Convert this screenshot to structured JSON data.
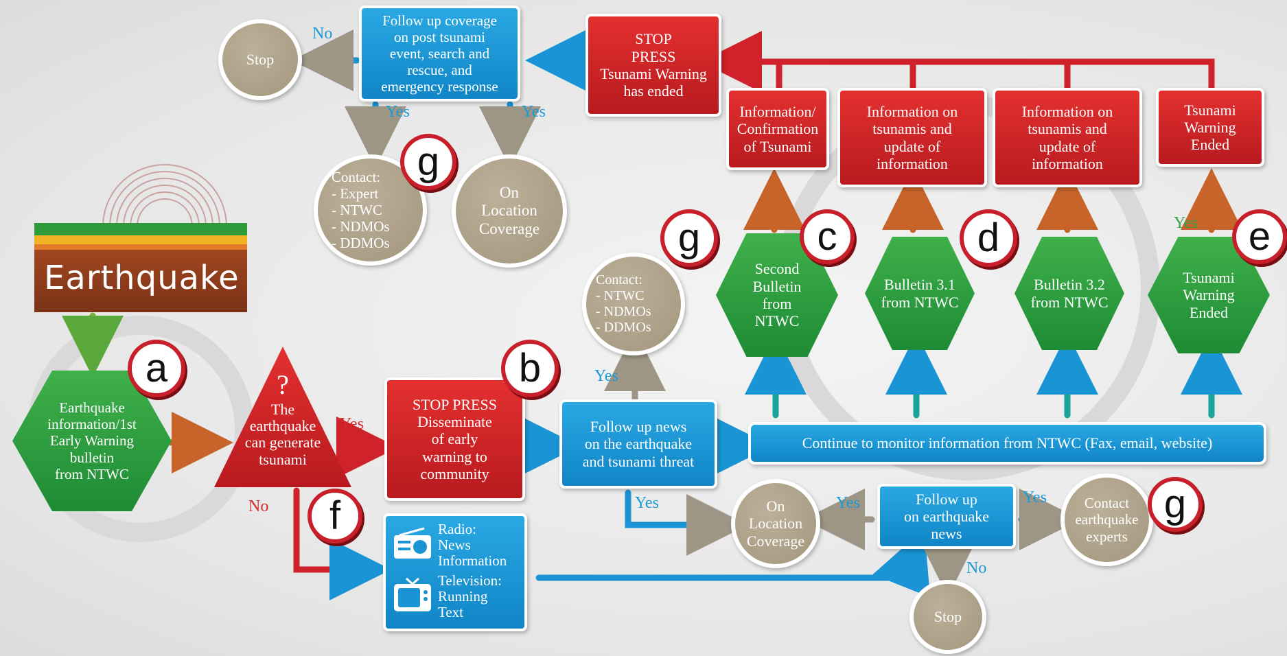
{
  "earthquake": {
    "title": "Earthquake"
  },
  "nodes": {
    "eq_info": "Earthquake\ninformation/1st\nEarly Warning\nbulletin\nfrom NTWC",
    "triangle_q": "?",
    "triangle": "The\nearthquake\ncan generate\ntsunami",
    "stop_press_b": "STOP PRESS\nDisseminate\nof early\nwarning to\ncommunity",
    "follow_news": "Follow up news\non the earthquake\nand tsunami threat",
    "monitor": "Continue to monitor information from NTWC (Fax, email, website)",
    "radio": "Radio:\nNews\nInformation",
    "tv": "Television:\nRunning\nText",
    "follow_eq": "Follow up\non earthquake\nnews",
    "contact_experts": "Contact\nearthquake\nexperts",
    "on_location_mid": "On\nLocation\nCoverage",
    "stop_bottom": "Stop",
    "contact_mid": "Contact:\n- NTWC\n- NDMOs\n- DDMOs",
    "hex_c": "Second\nBulletin\nfrom\nNTWC",
    "hex_d": "Bulletin 3.1\nfrom NTWC",
    "hex_d2": "Bulletin 3.2\nfrom NTWC",
    "hex_e": "Tsunami\nWarning\nEnded",
    "info_confirm": "Information/\nConfirmation\nof Tsunami",
    "info_update1": "Information on\ntsunamis and\nupdate of\ninformation",
    "info_update2": "Information on\ntsunamis and\nupdate of\ninformation",
    "tsunami_ended": "Tsunami\nWarning\nEnded",
    "stop_press_top": "STOP\nPRESS\nTsunami Warning\nhas ended",
    "follow_coverage": "Follow up coverage\non post tsunami\nevent, search and\nrescue, and\nemergency response",
    "stop_top": "Stop",
    "contact_top": "Contact:\n- Expert\n- NTWC\n- NDMOs\n- DDMOs",
    "on_location_top": "On\nLocation\nCoverage"
  },
  "badges": {
    "a": "a",
    "b": "b",
    "c": "c",
    "d": "d",
    "e": "e",
    "f": "f",
    "g": "g"
  },
  "labels": {
    "yes": "Yes",
    "no": "No"
  },
  "colors": {
    "blue": "#1a94d4",
    "red": "#d0222a",
    "green": "#2f9e42",
    "tan": "#a99d84"
  }
}
